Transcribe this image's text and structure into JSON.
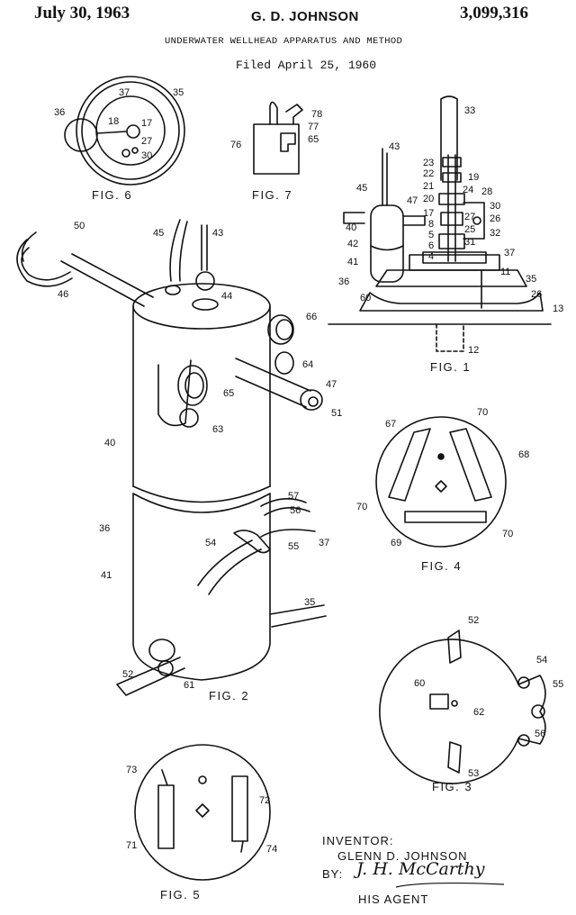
{
  "header": {
    "date": "July 30, 1963",
    "author": "G. D. JOHNSON",
    "patent_number": "3,099,316",
    "title": "UNDERWATER WELLHEAD APPARATUS AND METHOD",
    "filed": "Filed April 25, 1960"
  },
  "figures": {
    "fig1": "FIG. 1",
    "fig2": "FIG. 2",
    "fig3": "FIG. 3",
    "fig4": "FIG. 4",
    "fig5": "FIG. 5",
    "fig6": "FIG. 6",
    "fig7": "FIG. 7"
  },
  "labels": {
    "fig6": [
      "36",
      "37",
      "35",
      "18",
      "17",
      "27",
      "30"
    ],
    "fig7": [
      "78",
      "77",
      "65",
      "76"
    ],
    "fig1": [
      "33",
      "43",
      "23",
      "22",
      "21",
      "19",
      "24",
      "28",
      "20",
      "30",
      "45",
      "47",
      "17",
      "27",
      "26",
      "40",
      "8",
      "25",
      "32",
      "5",
      "42",
      "6",
      "31",
      "4",
      "37",
      "41",
      "11",
      "35",
      "36",
      "26",
      "60",
      "13",
      "12"
    ],
    "fig2": [
      "50",
      "45",
      "43",
      "46",
      "44",
      "66",
      "64",
      "65",
      "47",
      "51",
      "63",
      "40",
      "57",
      "56",
      "36",
      "54",
      "55",
      "37",
      "41",
      "35",
      "52",
      "61"
    ],
    "fig4": [
      "70",
      "67",
      "68",
      "70",
      "70",
      "69"
    ],
    "fig3": [
      "52",
      "54",
      "55",
      "60",
      "62",
      "56",
      "53"
    ],
    "fig5": [
      "73",
      "72",
      "71",
      "74"
    ]
  },
  "inventor": {
    "label": "INVENTOR:",
    "name": "GLENN D. JOHNSON",
    "by": "BY:",
    "signature": "J. H. McCarthy",
    "agent": "HIS AGENT"
  }
}
